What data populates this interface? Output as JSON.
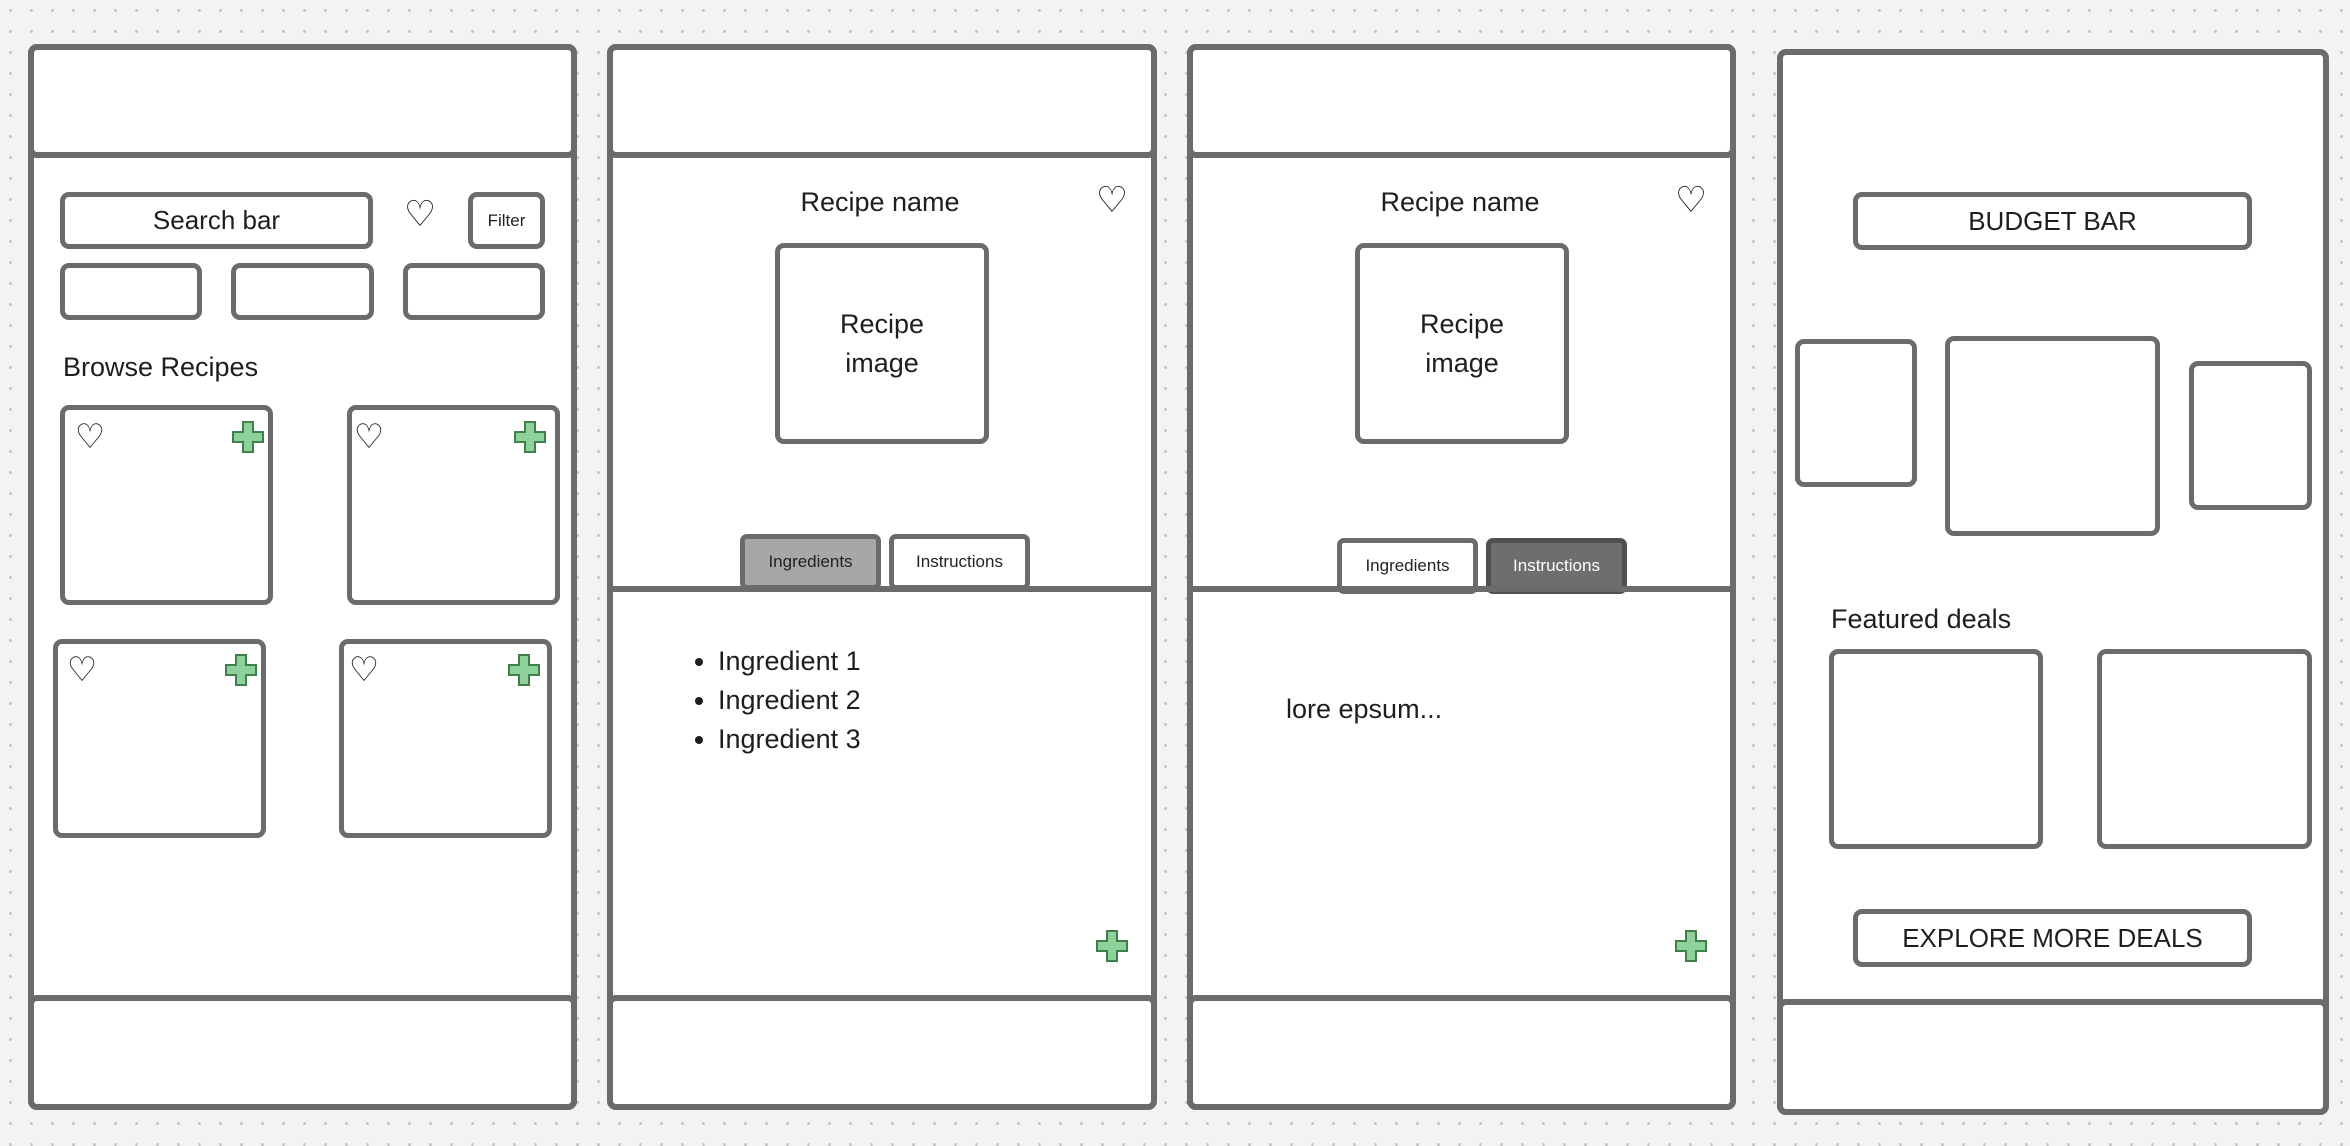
{
  "screen1": {
    "search_label": "Search bar",
    "filter_label": "Filter",
    "section_title": "Browse Recipes",
    "card_icons": {
      "favorite": "heart-outline-icon",
      "add": "green-plus-icon"
    }
  },
  "screen2": {
    "recipe_name": "Recipe name",
    "recipe_image": "Recipe\nimage",
    "tabs": [
      {
        "label": "Ingredients",
        "state": "selected"
      },
      {
        "label": "Instructions",
        "state": "default"
      }
    ],
    "ingredients": [
      "Ingredient 1",
      "Ingredient 2",
      "Ingredient 3"
    ]
  },
  "screen3": {
    "recipe_name": "Recipe name",
    "recipe_image": "Recipe\nimage",
    "tabs": [
      {
        "label": "Ingredients",
        "state": "default"
      },
      {
        "label": "Instructions",
        "state": "selected"
      }
    ],
    "instructions_text": "lore epsum..."
  },
  "screen4": {
    "budget_label": "BUDGET BAR",
    "featured_title": "Featured deals",
    "explore_label": "EXPLORE MORE DEALS"
  },
  "colors": {
    "outline": "#6b6b6b",
    "canvas": "#f3f3f3",
    "tab_selected_light": "#a7a7a7",
    "tab_selected_dark": "#6e6e6e",
    "plus_green": "#8fd19a"
  }
}
